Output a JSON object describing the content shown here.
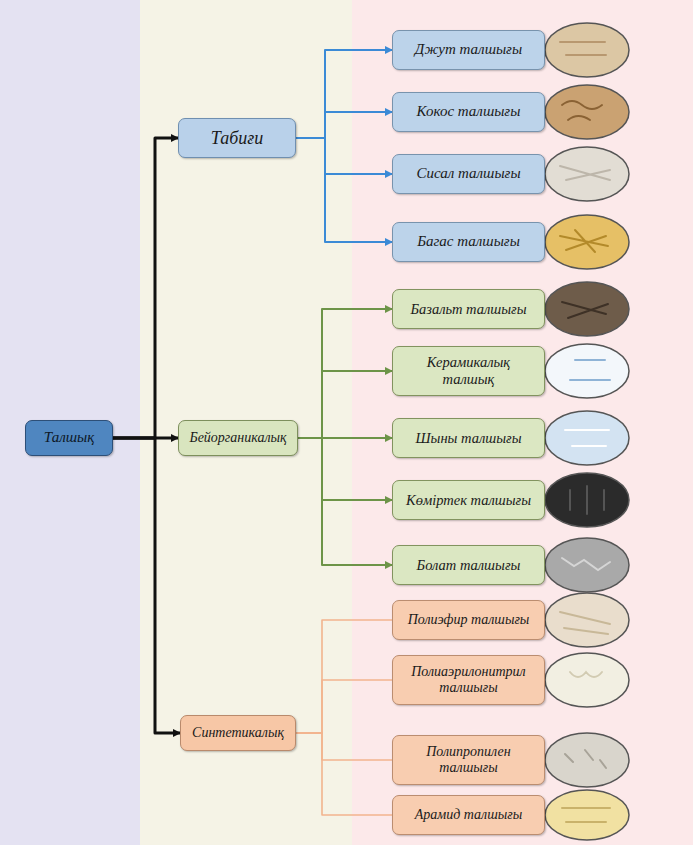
{
  "diagram": {
    "nodes": [
      {
        "text": [
          "Талшық"
        ]
      },
      {
        "text": [
          "Табиғи"
        ]
      },
      {
        "text": [
          "Джут талшығы"
        ]
      },
      {
        "text": [
          "Кокос талшығы"
        ]
      },
      {
        "text": [
          "Сисал талшығы"
        ]
      },
      {
        "text": [
          "Багас талшығы"
        ]
      },
      {
        "text": [
          "Бейорганикалық"
        ]
      },
      {
        "text": [
          "Базальт талшығы"
        ]
      },
      {
        "text": [
          "Керамикалық талшық"
        ]
      },
      {
        "text": [
          "Шыны талшығы"
        ]
      },
      {
        "text": [
          "Көміртек талшығы"
        ]
      },
      {
        "text": [
          "Болат талшығы"
        ]
      },
      {
        "text": [
          "Синтетикалық"
        ]
      },
      {
        "text": [
          "Полиэфир талшығы"
        ]
      },
      {
        "text": [
          "Полиаэрилонитрил талшығы"
        ]
      },
      {
        "text": [
          "Полипропилен талшығы"
        ]
      },
      {
        "text": [
          "Арамид талшығы"
        ]
      }
    ],
    "edges": [
      {
        "from": 0,
        "to": 1,
        "arrow": "to"
      },
      {
        "from": 0,
        "to": 6,
        "arrow": "to"
      },
      {
        "from": 0,
        "to": 12,
        "arrow": "to"
      },
      {
        "from": 1,
        "to": 2,
        "arrow": "to"
      },
      {
        "from": 1,
        "to": 3,
        "arrow": "to"
      },
      {
        "from": 1,
        "to": 4,
        "arrow": "to"
      },
      {
        "from": 1,
        "to": 5,
        "arrow": "to"
      },
      {
        "from": 6,
        "to": 7,
        "arrow": "to"
      },
      {
        "from": 6,
        "to": 8,
        "arrow": "to"
      },
      {
        "from": 6,
        "to": 9,
        "arrow": "to"
      },
      {
        "from": 6,
        "to": 10,
        "arrow": "to"
      },
      {
        "from": 6,
        "to": 11,
        "arrow": "to"
      },
      {
        "from": 12,
        "to": 13,
        "arrow": "none"
      },
      {
        "from": 12,
        "to": 14,
        "arrow": "none"
      },
      {
        "from": 12,
        "to": 15,
        "arrow": "none"
      },
      {
        "from": 12,
        "to": 16,
        "arrow": "none"
      }
    ]
  }
}
